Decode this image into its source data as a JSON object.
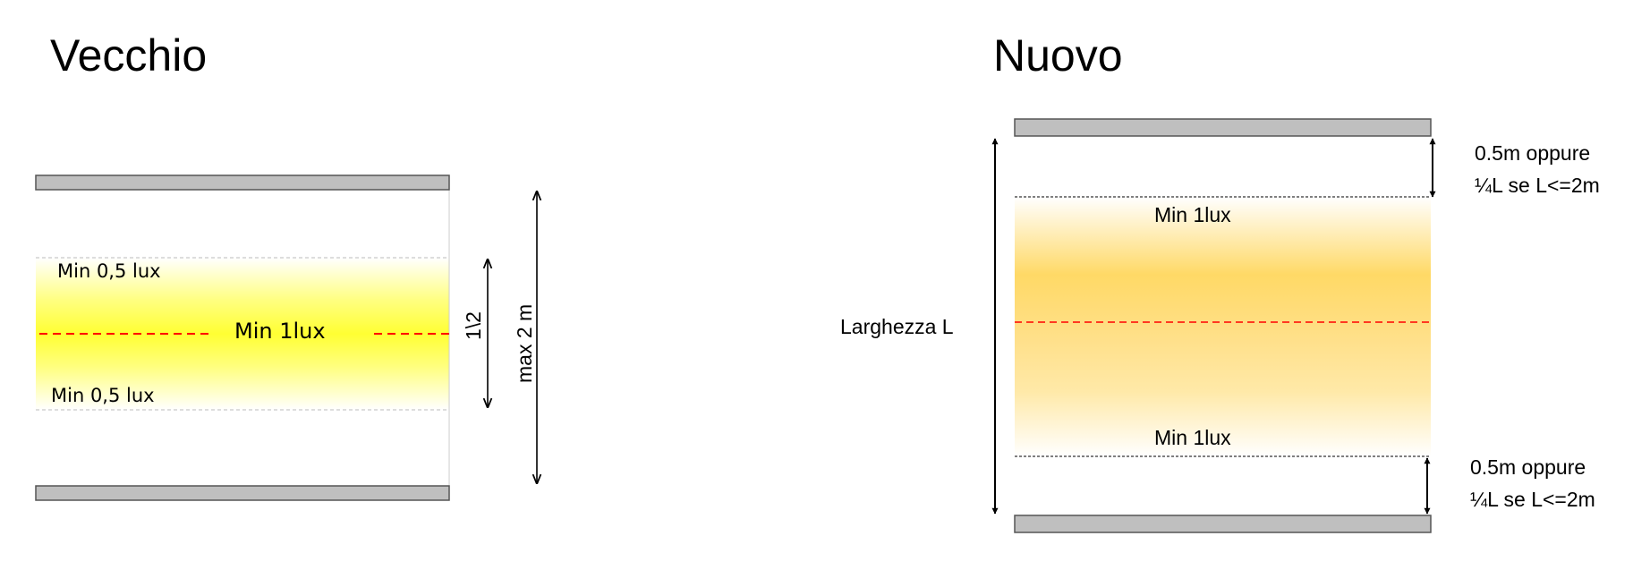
{
  "old": {
    "title": "Vecchio",
    "min_top_label": "Min 0,5 lux",
    "center_label": "Min 1lux",
    "min_bottom_label": "Min 0,5 lux",
    "half_label": "1\\2",
    "max_label": "max 2 m"
  },
  "new": {
    "title": "Nuovo",
    "width_label": "Larghezza L",
    "min_top_label": "Min 1lux",
    "min_bottom_label": "Min 1lux",
    "offset_top_line1": "0.5m oppure",
    "offset_top_line2": "¼L se L<=2m",
    "offset_bottom_line1": "0.5m oppure",
    "offset_bottom_line2": "¼L se L<=2m"
  },
  "colors": {
    "wall_fill": "#bfbfbf",
    "wall_stroke": "#555555",
    "old_band": "#ffff33",
    "new_band": "#ffd966",
    "center_line": "#ff0000"
  }
}
